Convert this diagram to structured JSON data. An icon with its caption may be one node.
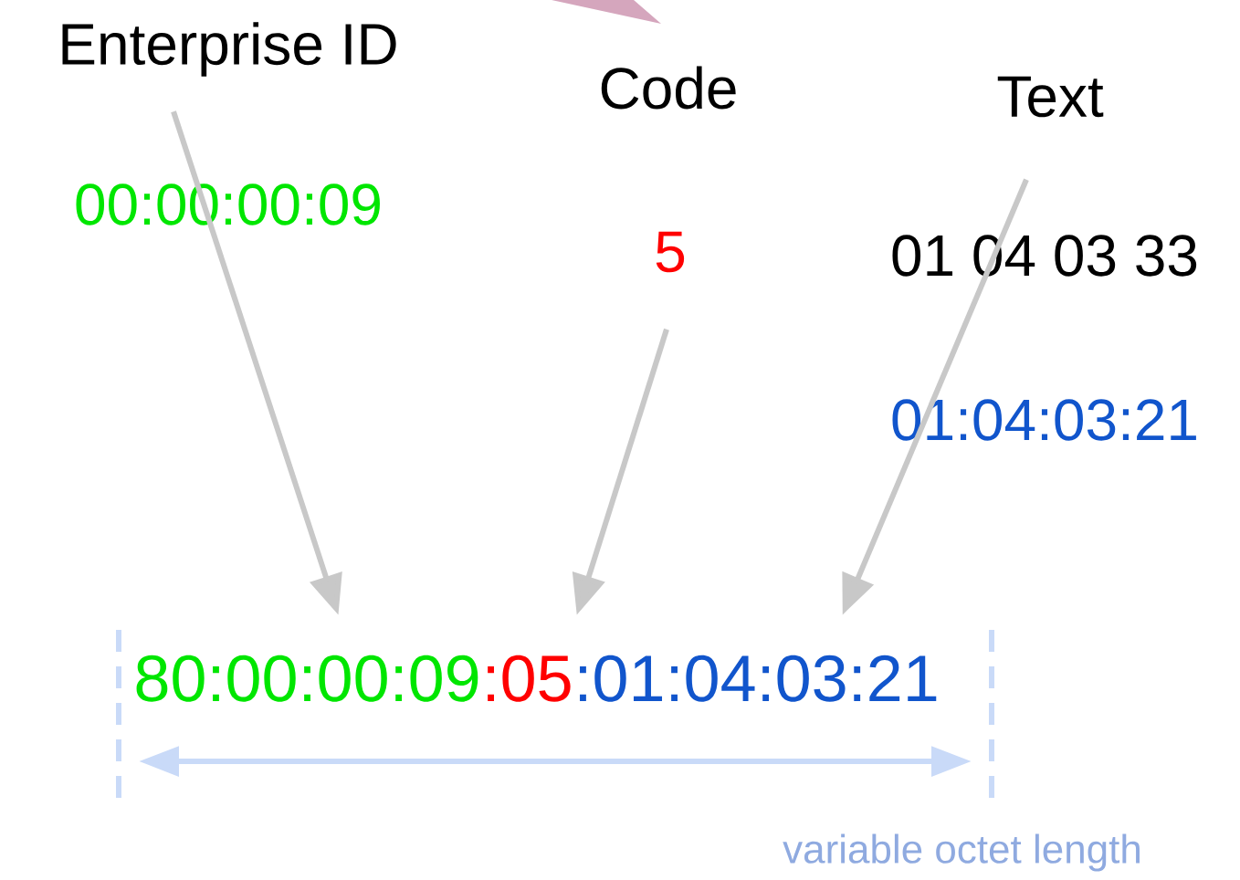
{
  "diagram": {
    "nodes": [
      {
        "text": [
          "Enterprise ID"
        ]
      },
      {
        "text": [
          "5"
        ]
      },
      {
        "text": [
          "Text"
        ]
      },
      {
        "text": [
          "80:00:00:09"
        ]
      },
      {
        "text": [
          ":05"
        ]
      },
      {
        "text": [
          ":01:04:03:21"
        ]
      }
    ],
    "edges": [
      {
        "from": 0,
        "to": 3,
        "arrow": "to"
      },
      {
        "from": 1,
        "to": 4,
        "arrow": "to"
      },
      {
        "from": 2,
        "to": 5,
        "arrow": "to"
      }
    ],
    "labels": [
      "Code",
      "00:00:00:09",
      "01 04 03 33",
      "01:04:03:21",
      "variable octet length"
    ]
  }
}
